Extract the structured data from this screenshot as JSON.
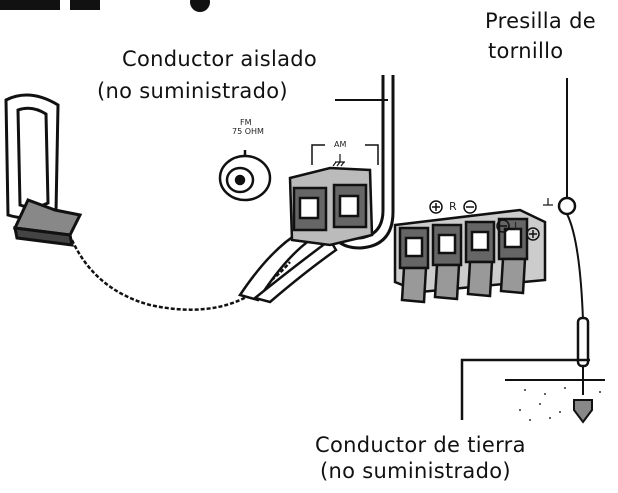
{
  "labels": {
    "insulated_wire_line1": "Conductor aislado",
    "insulated_wire_line2": "(no suministrado)",
    "screw_clip_line1": "Presilla de",
    "screw_clip_line2": "tornillo",
    "ground_wire_line1": "Conductor de tierra",
    "ground_wire_line2": "(no suministrado)"
  },
  "panel": {
    "fm_label_line1": "FM",
    "fm_label_line2": "75 OHM",
    "am_label": "AM",
    "right_channel": "R",
    "left_channel": "L"
  }
}
